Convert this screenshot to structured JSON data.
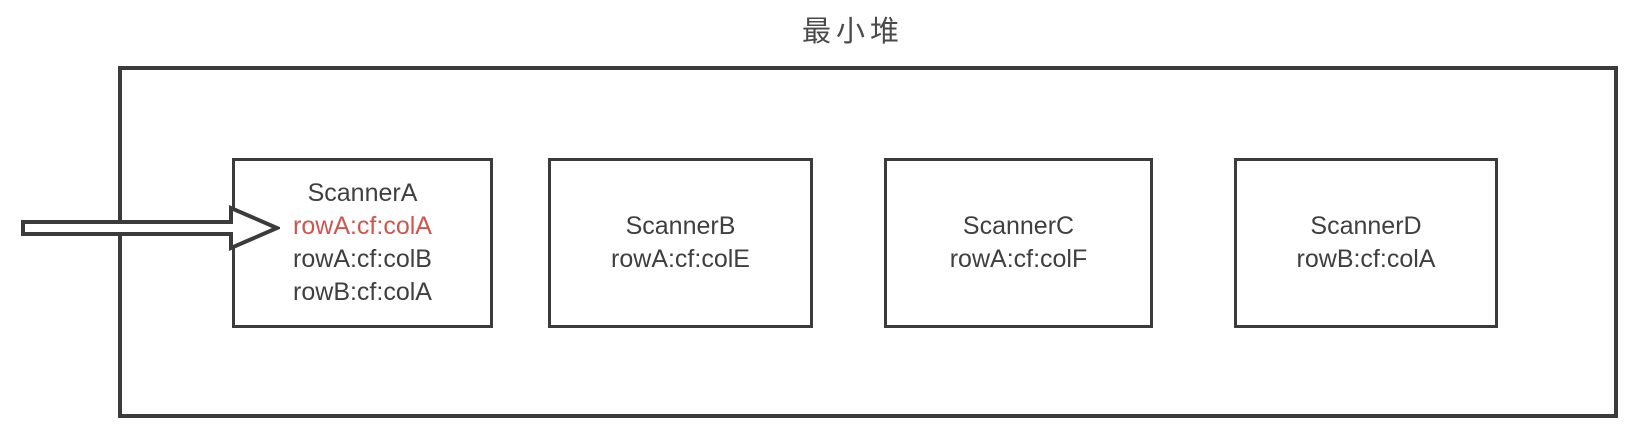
{
  "title": "最小堆",
  "colors": {
    "border": "#3b3b3b",
    "text": "#3f3f3f",
    "highlight": "#cd574f",
    "background": "#ffffff",
    "title": "#4a4a4a"
  },
  "heap": {
    "scanners": [
      {
        "name": "ScannerA",
        "entries": [
          {
            "text": "rowA:cf:colA",
            "highlight": true
          },
          {
            "text": "rowA:cf:colB",
            "highlight": false
          },
          {
            "text": "rowB:cf:colA",
            "highlight": false
          }
        ]
      },
      {
        "name": "ScannerB",
        "entries": [
          {
            "text": "rowA:cf:colE",
            "highlight": false
          }
        ]
      },
      {
        "name": "ScannerC",
        "entries": [
          {
            "text": "rowA:cf:colF",
            "highlight": false
          }
        ]
      },
      {
        "name": "ScannerD",
        "entries": [
          {
            "text": "rowB:cf:colA",
            "highlight": false
          }
        ]
      }
    ]
  }
}
